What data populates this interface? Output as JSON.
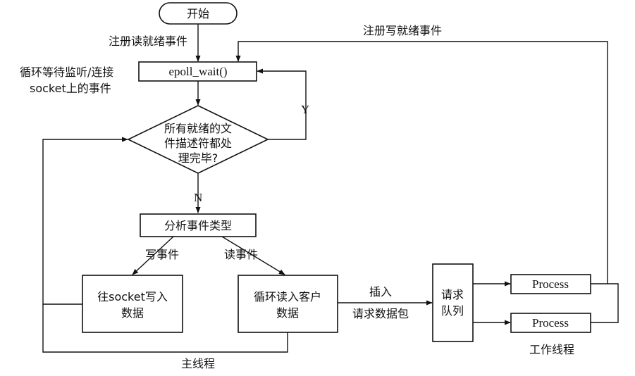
{
  "nodes": {
    "start": "开始",
    "epoll": "epoll_wait()",
    "decision": [
      "所有就绪的文",
      "件描述符都处",
      "理完毕?"
    ],
    "analyze": "分析事件类型",
    "write_box": [
      "往socket写入",
      "数据"
    ],
    "read_box": [
      "循环读入客户",
      "数据"
    ],
    "queue": [
      "请求",
      "队列"
    ],
    "process_1": "Process",
    "process_2": "Process"
  },
  "labels": {
    "register_read": "注册读就绪事件",
    "loop_listen": [
      "循环等待监听/连接",
      "socket上的事件"
    ],
    "register_write": "注册写就绪事件",
    "yes": "Y",
    "no": "N",
    "write_event": "写事件",
    "read_event": "读事件",
    "insert": [
      "插入",
      "请求数据包"
    ],
    "main_thread": "主线程",
    "worker_thread": "工作线程"
  }
}
